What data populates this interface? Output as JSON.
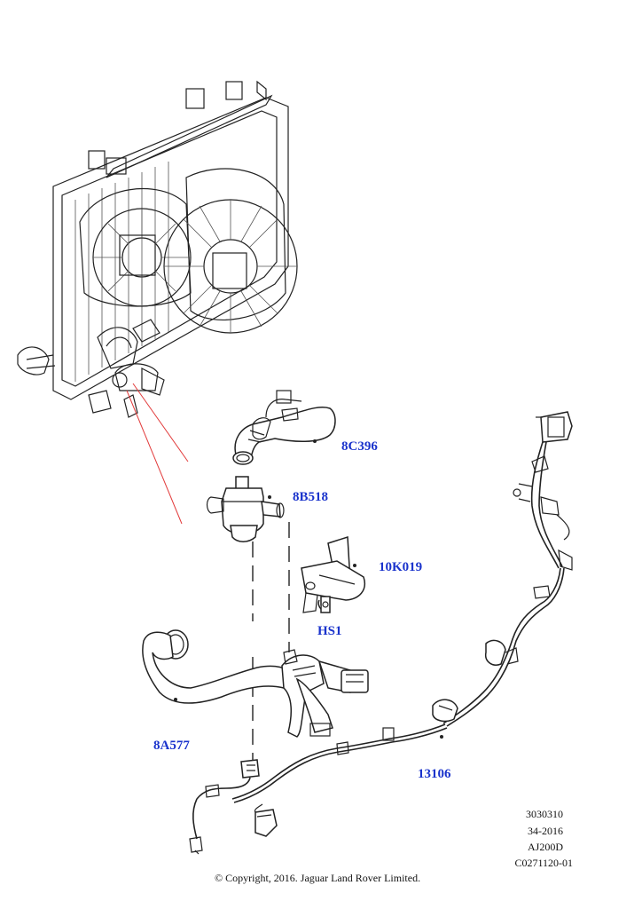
{
  "parts": {
    "p8c396": "8C396",
    "p8b518": "8B518",
    "p10k019": "10K019",
    "hs1": "HS1",
    "p8a577": "8A577",
    "p13106": "13106"
  },
  "reference": {
    "line1": "3030310",
    "line2": "34-2016",
    "line3": "AJ200D",
    "line4": "C0271120-01"
  },
  "copyright": "© Copyright, 2016. Jaguar Land Rover Limited.",
  "colors": {
    "label": "#1a33cc",
    "callout_line": "#e23b3b",
    "ink": "#222222"
  }
}
